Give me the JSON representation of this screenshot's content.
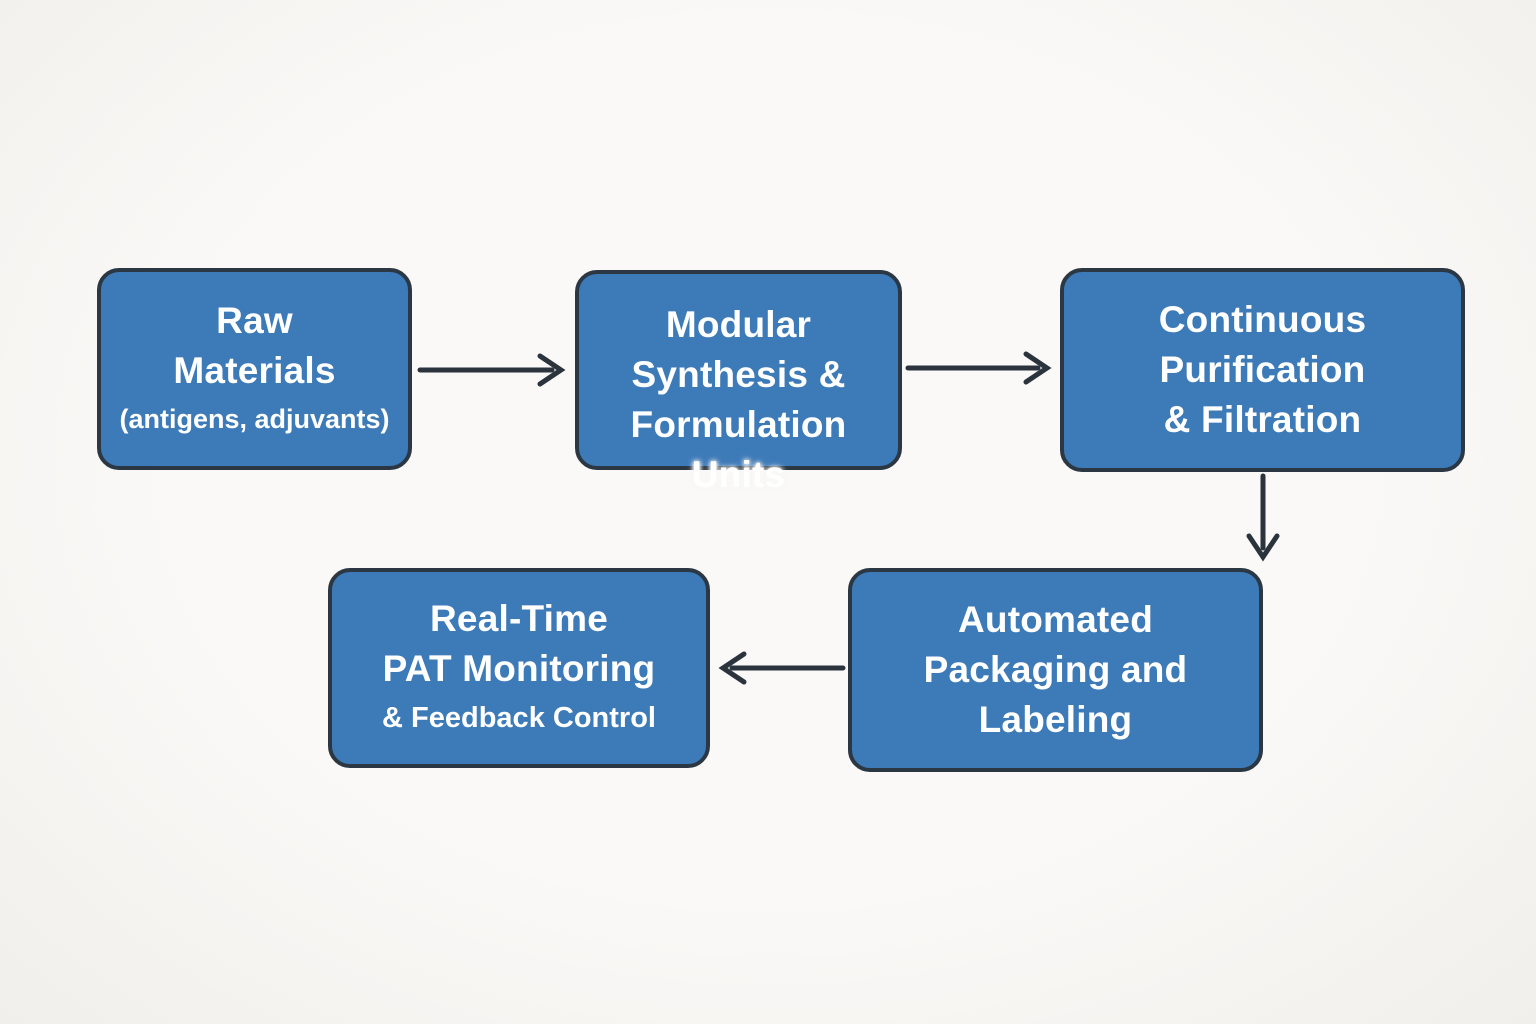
{
  "diagram": {
    "type": "flowchart",
    "background_color": "#f7f6f3",
    "node_fill_color": "#3d7ab8",
    "node_border_color": "#2b3844",
    "text_color": "#ffffff",
    "arrow_color": "#2b333d",
    "nodes": [
      {
        "id": "raw-materials",
        "lines": [
          "Raw",
          "Materials"
        ],
        "subtitle": "(antigens, adjuvants)"
      },
      {
        "id": "modular-synthesis-formulation-units",
        "lines": [
          "Modular",
          "Synthesis &",
          "Formulation",
          "Units"
        ]
      },
      {
        "id": "continuous-purification-filtration",
        "lines": [
          "Continuous",
          "Purification",
          "& Filtration"
        ]
      },
      {
        "id": "automated-packaging-labeling",
        "lines": [
          "Automated",
          "Packaging and",
          "Labeling"
        ]
      },
      {
        "id": "real-time-pat-monitoring",
        "lines": [
          "Real-Time",
          "PAT Monitoring"
        ],
        "subtitle": "& Feedback Control"
      }
    ],
    "arrows": [
      {
        "from": "raw-materials",
        "to": "modular-synthesis-formulation-units",
        "direction": "right"
      },
      {
        "from": "modular-synthesis-formulation-units",
        "to": "continuous-purification-filtration",
        "direction": "right"
      },
      {
        "from": "continuous-purification-filtration",
        "to": "automated-packaging-labeling",
        "direction": "down"
      },
      {
        "from": "automated-packaging-labeling",
        "to": "real-time-pat-monitoring",
        "direction": "left"
      }
    ]
  }
}
